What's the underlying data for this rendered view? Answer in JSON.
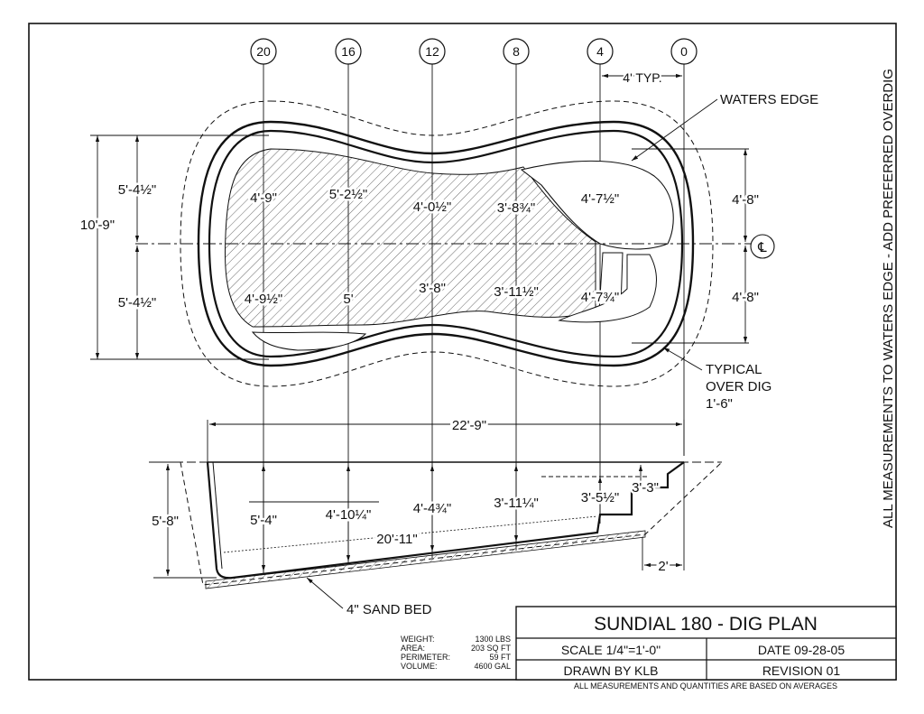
{
  "sheet": {
    "side_note": "ALL MEASUREMENTS TO WATERS EDGE - ADD PREFERRED OVERDIG",
    "bottom_note": "ALL MEASUREMENTS AND QUANTITIES ARE BASED ON AVERAGES"
  },
  "stations": [
    "20",
    "16",
    "12",
    "8",
    "4",
    "0"
  ],
  "plan": {
    "typ_spacing": "4' TYP.",
    "waters_edge": "WATERS EDGE",
    "overdig_1": "TYPICAL",
    "overdig_2": "OVER DIG",
    "overdig_3": "1'-6\"",
    "overall_width": "10'-9\"",
    "half_width_top": "5'-4½\"",
    "half_width_bottom": "5'-4½\"",
    "right_half_top": "4'-8\"",
    "right_half_bottom": "4'-8\"",
    "centerline_mark": "℄",
    "upper_dims": [
      "4'-9\"",
      "5'-2½\"",
      "4'-0½\"",
      "3'-8¾\"",
      "4'-7½\""
    ],
    "lower_dims": [
      "4'-9½\"",
      "5'",
      "3'-8\"",
      "3'-11½\"",
      "4'-7¾\""
    ]
  },
  "section": {
    "overall_length": "22'-9\"",
    "floor_length": "20'-11\"",
    "max_depth": "5'-8\"",
    "depths": [
      "5'-4\"",
      "4'-10¼\"",
      "4'-4¾\"",
      "3'-11¼\"",
      "3'-5½\"",
      "3'-3\""
    ],
    "step_width": "2'",
    "sand_bed": "4\" SAND BED"
  },
  "stats": {
    "labels": [
      "WEIGHT:",
      "AREA:",
      "PERIMETER:",
      "VOLUME:"
    ],
    "values": [
      "1300 LBS",
      "203 SQ FT",
      "59 FT",
      "4600 GAL"
    ]
  },
  "title_block": {
    "title": "SUNDIAL 180 - DIG PLAN",
    "scale": "SCALE 1/4\"=1'-0\"",
    "date": "DATE 09-28-05",
    "drawn_by": "DRAWN BY KLB",
    "revision": "REVISION 01"
  }
}
